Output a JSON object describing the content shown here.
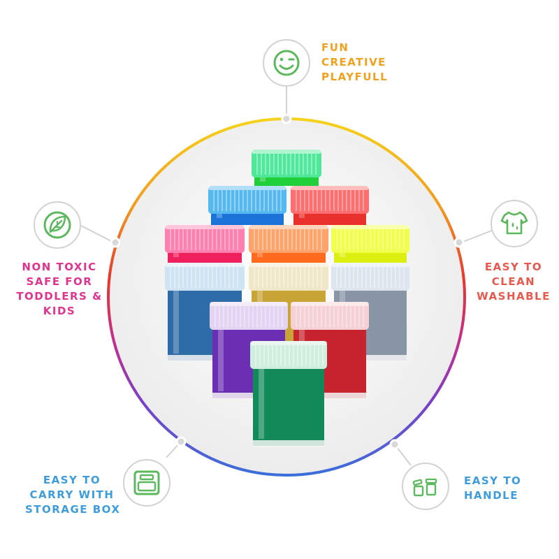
{
  "features": {
    "fun": {
      "lines": [
        "FUN",
        "CREATIVE",
        "PLAYFULL"
      ],
      "color": "#f0a21e",
      "icon": "winking-smiley-icon"
    },
    "non_toxic": {
      "lines": [
        "NON TOXIC",
        "SAFE FOR",
        "TODDLERS &",
        "KIDS"
      ],
      "color": "#e2338f",
      "icon": "leaf-icon"
    },
    "clean": {
      "lines": [
        "EASY TO",
        "CLEAN",
        "WASHABLE"
      ],
      "color": "#e8584d",
      "icon": "shirt-droplets-icon"
    },
    "carry": {
      "lines": [
        "EASY TO",
        "CARRY WITH",
        "STORAGE BOX"
      ],
      "color": "#3d9ddc",
      "icon": "storage-box-icon"
    },
    "handle": {
      "lines": [
        "EASY TO",
        "HANDLE"
      ],
      "color": "#3d9ddc",
      "icon": "jars-icon"
    }
  },
  "icon_color": "#5cb85c",
  "ring_colors": [
    "#f5d21b",
    "#f29a1e",
    "#e8352c",
    "#c52d8c",
    "#7a40c9",
    "#3a6fdb",
    "#2f9bd6"
  ],
  "jars": [
    {
      "name": "jar-green-neon",
      "lid": "#4fe89a",
      "body": "#1ecf3a"
    },
    {
      "name": "jar-blue-neon",
      "lid": "#56b8f0",
      "body": "#1a73d9"
    },
    {
      "name": "jar-red-neon",
      "lid": "#ff6e6e",
      "body": "#e9302c"
    },
    {
      "name": "jar-pink-neon",
      "lid": "#ff7fb0",
      "body": "#f0205e"
    },
    {
      "name": "jar-orange-neon",
      "lid": "#ffa36b",
      "body": "#ff6a1f"
    },
    {
      "name": "jar-yellow-neon",
      "lid": "#f2ff4a",
      "body": "#dcef10"
    },
    {
      "name": "jar-blue-metallic",
      "lid": "#cfe4f2",
      "body": "#2f6da8"
    },
    {
      "name": "jar-gold-metallic",
      "lid": "#f0e6c8",
      "body": "#c8a536"
    },
    {
      "name": "jar-silver-metallic",
      "lid": "#dde6ee",
      "body": "#8795a5"
    },
    {
      "name": "jar-purple-metallic",
      "lid": "#e2d4f2",
      "body": "#6b2fb3"
    },
    {
      "name": "jar-red-metallic",
      "lid": "#f5d0d5",
      "body": "#c8242f"
    },
    {
      "name": "jar-green-metallic",
      "lid": "#cfeedd",
      "body": "#138a5a"
    }
  ]
}
